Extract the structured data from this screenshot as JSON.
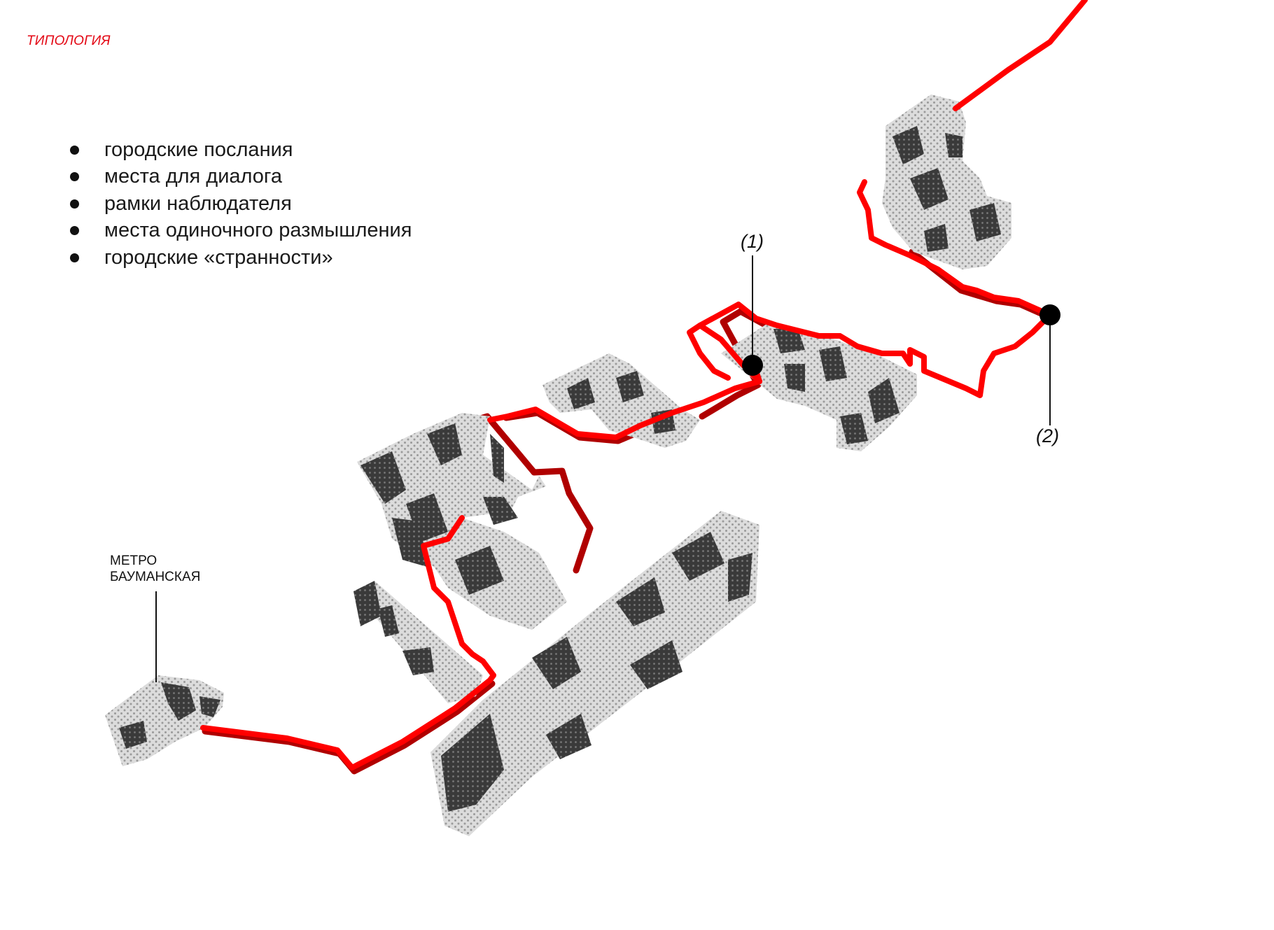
{
  "title": "ТИПОЛОГИЯ",
  "legend": {
    "items": [
      {
        "label": "городские послания"
      },
      {
        "label": "места для диалога"
      },
      {
        "label": "рамки наблюдателя"
      },
      {
        "label": "места одиночного размышления"
      },
      {
        "label": "городские «странности»"
      }
    ]
  },
  "markers": [
    {
      "label": "(1)"
    },
    {
      "label": "(2)"
    }
  ],
  "metro": {
    "line1": "МЕТРО",
    "line2": "БАУМАНСКАЯ"
  },
  "colors": {
    "route": "#ff0000",
    "route_shadow": "#c40000",
    "block_light": "#d8d8d8",
    "block_dark": "#3c3c3c",
    "ink": "#111111",
    "title": "#e30613"
  }
}
